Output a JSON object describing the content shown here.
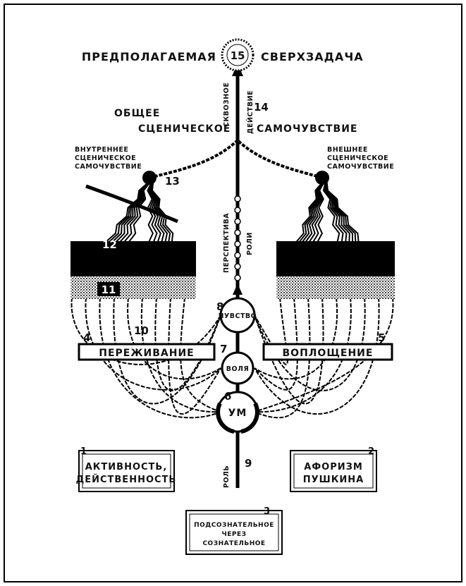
{
  "diagram": {
    "top": {
      "left_word": "ПРЕДПОЛАГАЕМАЯ",
      "right_word": "СВЕРХЗАДАЧА",
      "circle_number": "15"
    },
    "general_state": {
      "line1": "ОБЩЕЕ",
      "line2": "СЦЕНИЧЕСКОЕ",
      "right": "САМОЧУВСТВИЕ",
      "number": "14"
    },
    "through_action": {
      "line1": "СКВОЗНОЕ",
      "line2": "ДЕЙСТВИЕ"
    },
    "inner_state": {
      "lines": [
        "ВНУТРЕННЕЕ",
        "СЦЕНИЧЕСКОЕ",
        "САМОЧУВСТВИЕ"
      ],
      "number": "13"
    },
    "outer_state": {
      "lines": [
        "ВНЕШНЕЕ",
        "СЦЕНИЧЕСКОЕ",
        "САМОЧУВСТВИЕ"
      ]
    },
    "perspective": {
      "line1": "ПЕРСПЕКТИВА",
      "line2": "РОЛИ"
    },
    "numbers": {
      "n12": "12",
      "n11": "11",
      "n10": "10",
      "n8": "8",
      "n7": "7",
      "n6": "6",
      "n4": "4",
      "n5": "5",
      "n9": "9"
    },
    "circles": {
      "feeling": "ЧУВСТВО",
      "will": "ВОЛЯ",
      "mind": "УМ"
    },
    "banners": {
      "left": "ПЕРЕЖИВАНИЕ",
      "right": "ВОПЛОЩЕНИЕ"
    },
    "role_label": "РОЛЬ",
    "boxes": [
      {
        "number": "1",
        "lines": [
          "АКТИВНОСТЬ,",
          "ДЕЙСТВЕННОСТЬ"
        ]
      },
      {
        "number": "2",
        "lines": [
          "АФОРИЗМ",
          "ПУШКИНА"
        ]
      },
      {
        "number": "3",
        "lines": [
          "ПОДСОЗНАТЕЛЬНОЕ",
          "ЧЕРЕЗ",
          "СОЗНАТЕЛЬНОЕ"
        ]
      }
    ]
  }
}
